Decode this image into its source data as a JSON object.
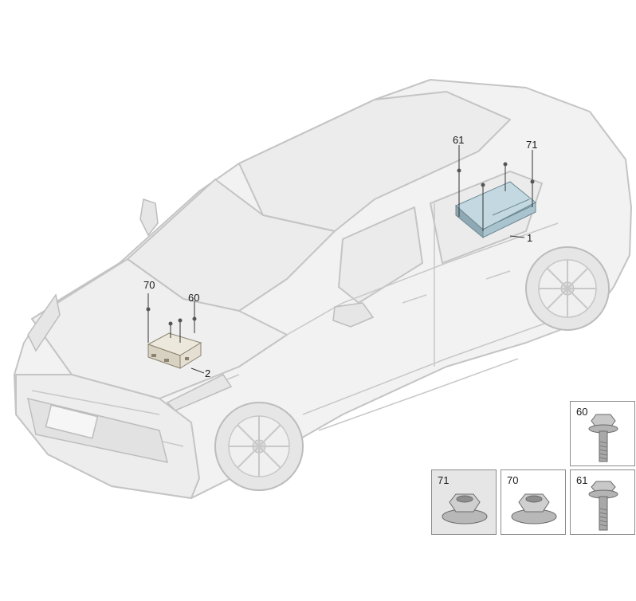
{
  "callouts": {
    "c61": "61",
    "c71": "71",
    "c1": "1",
    "c70": "70",
    "c60": "60",
    "c2": "2"
  },
  "parts": {
    "p60": "60",
    "p71": "71",
    "p70": "70",
    "p61": "61"
  },
  "colors": {
    "car_fill": "#f2f2f2",
    "car_line": "#c4c4c4",
    "module1": "#a9c4cf",
    "module2": "#e4dfd2",
    "hardware": "#9a9a9a"
  }
}
